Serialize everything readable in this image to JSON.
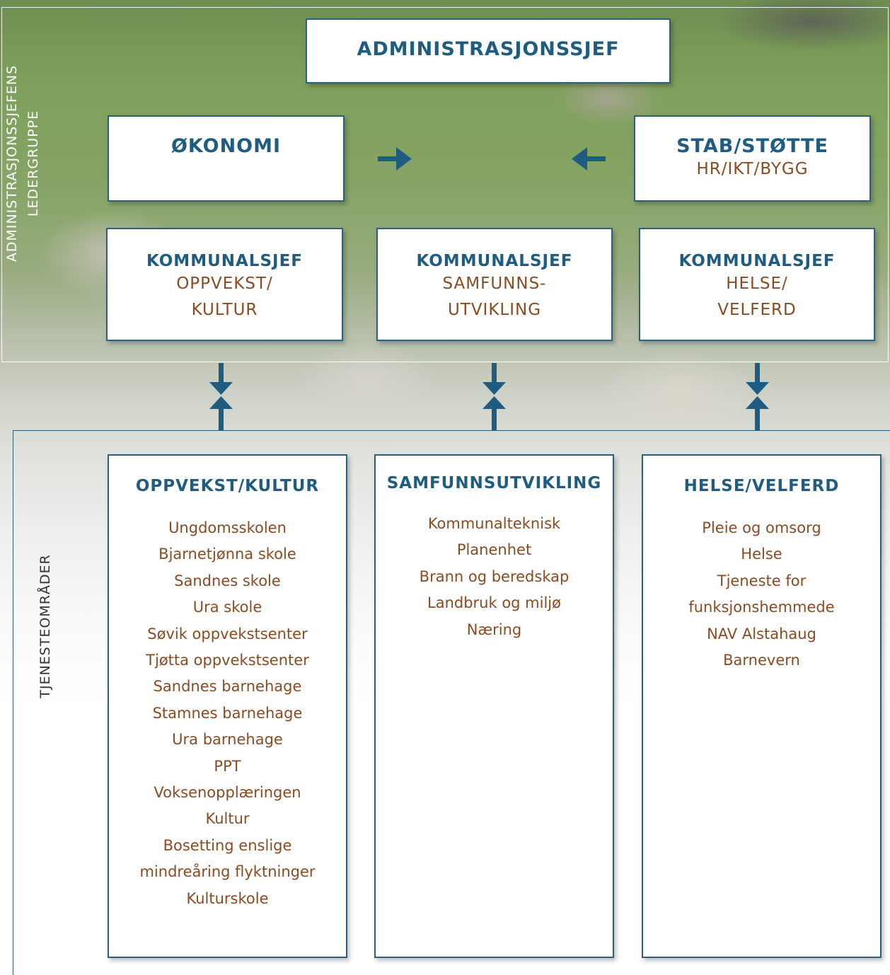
{
  "side_labels": {
    "top_line1": "ADMINISTRASJONSSJEFENS",
    "top_line2": "LEDERGRUPPE",
    "bottom": "TJENESTEOMRÅDER"
  },
  "top": {
    "title": "ADMINISTRASJONSSJEF"
  },
  "okonomi": {
    "title": "ØKONOMI"
  },
  "stab": {
    "title": "STAB/STØTTE",
    "subtitle": "HR/IKT/BYGG"
  },
  "kommunalsjefer": [
    {
      "title": "KOMMUNALSJEF",
      "line1": "OPPVEKST/",
      "line2": "KULTUR"
    },
    {
      "title": "KOMMUNALSJEF",
      "line1": "SAMFUNNS-",
      "line2": "UTVIKLING"
    },
    {
      "title": "KOMMUNALSJEF",
      "line1": "HELSE/",
      "line2": "VELFERD"
    }
  ],
  "services": [
    {
      "title": "OPPVEKST/KULTUR",
      "items": [
        "Ungdomsskolen",
        "Bjarnetjønna skole",
        "Sandnes skole",
        "Ura skole",
        "Søvik oppvekstsenter",
        "Tjøtta oppvekstsenter",
        "Sandnes barnehage",
        "Stamnes barnehage",
        "Ura barnehage",
        "PPT",
        "Voksenopplæringen",
        "Kultur",
        "Bosetting enslige",
        "mindreåring flyktninger",
        "Kulturskole"
      ]
    },
    {
      "title": "SAMFUNNSUTVIKLING",
      "items": [
        "Kommunalteknisk",
        "Planenhet",
        "Brann og beredskap",
        "Landbruk og miljø",
        "Næring"
      ]
    },
    {
      "title": "HELSE/VELFERD",
      "items": [
        "Pleie og omsorg",
        "Helse",
        "Tjeneste for",
        "funksjonshemmede",
        "NAV Alstahaug",
        "Barnevern"
      ]
    }
  ],
  "colors": {
    "heading": "#1f5c82",
    "text": "#8b4a22",
    "border": "#2b5f80",
    "arrow": "#1f5c82"
  }
}
